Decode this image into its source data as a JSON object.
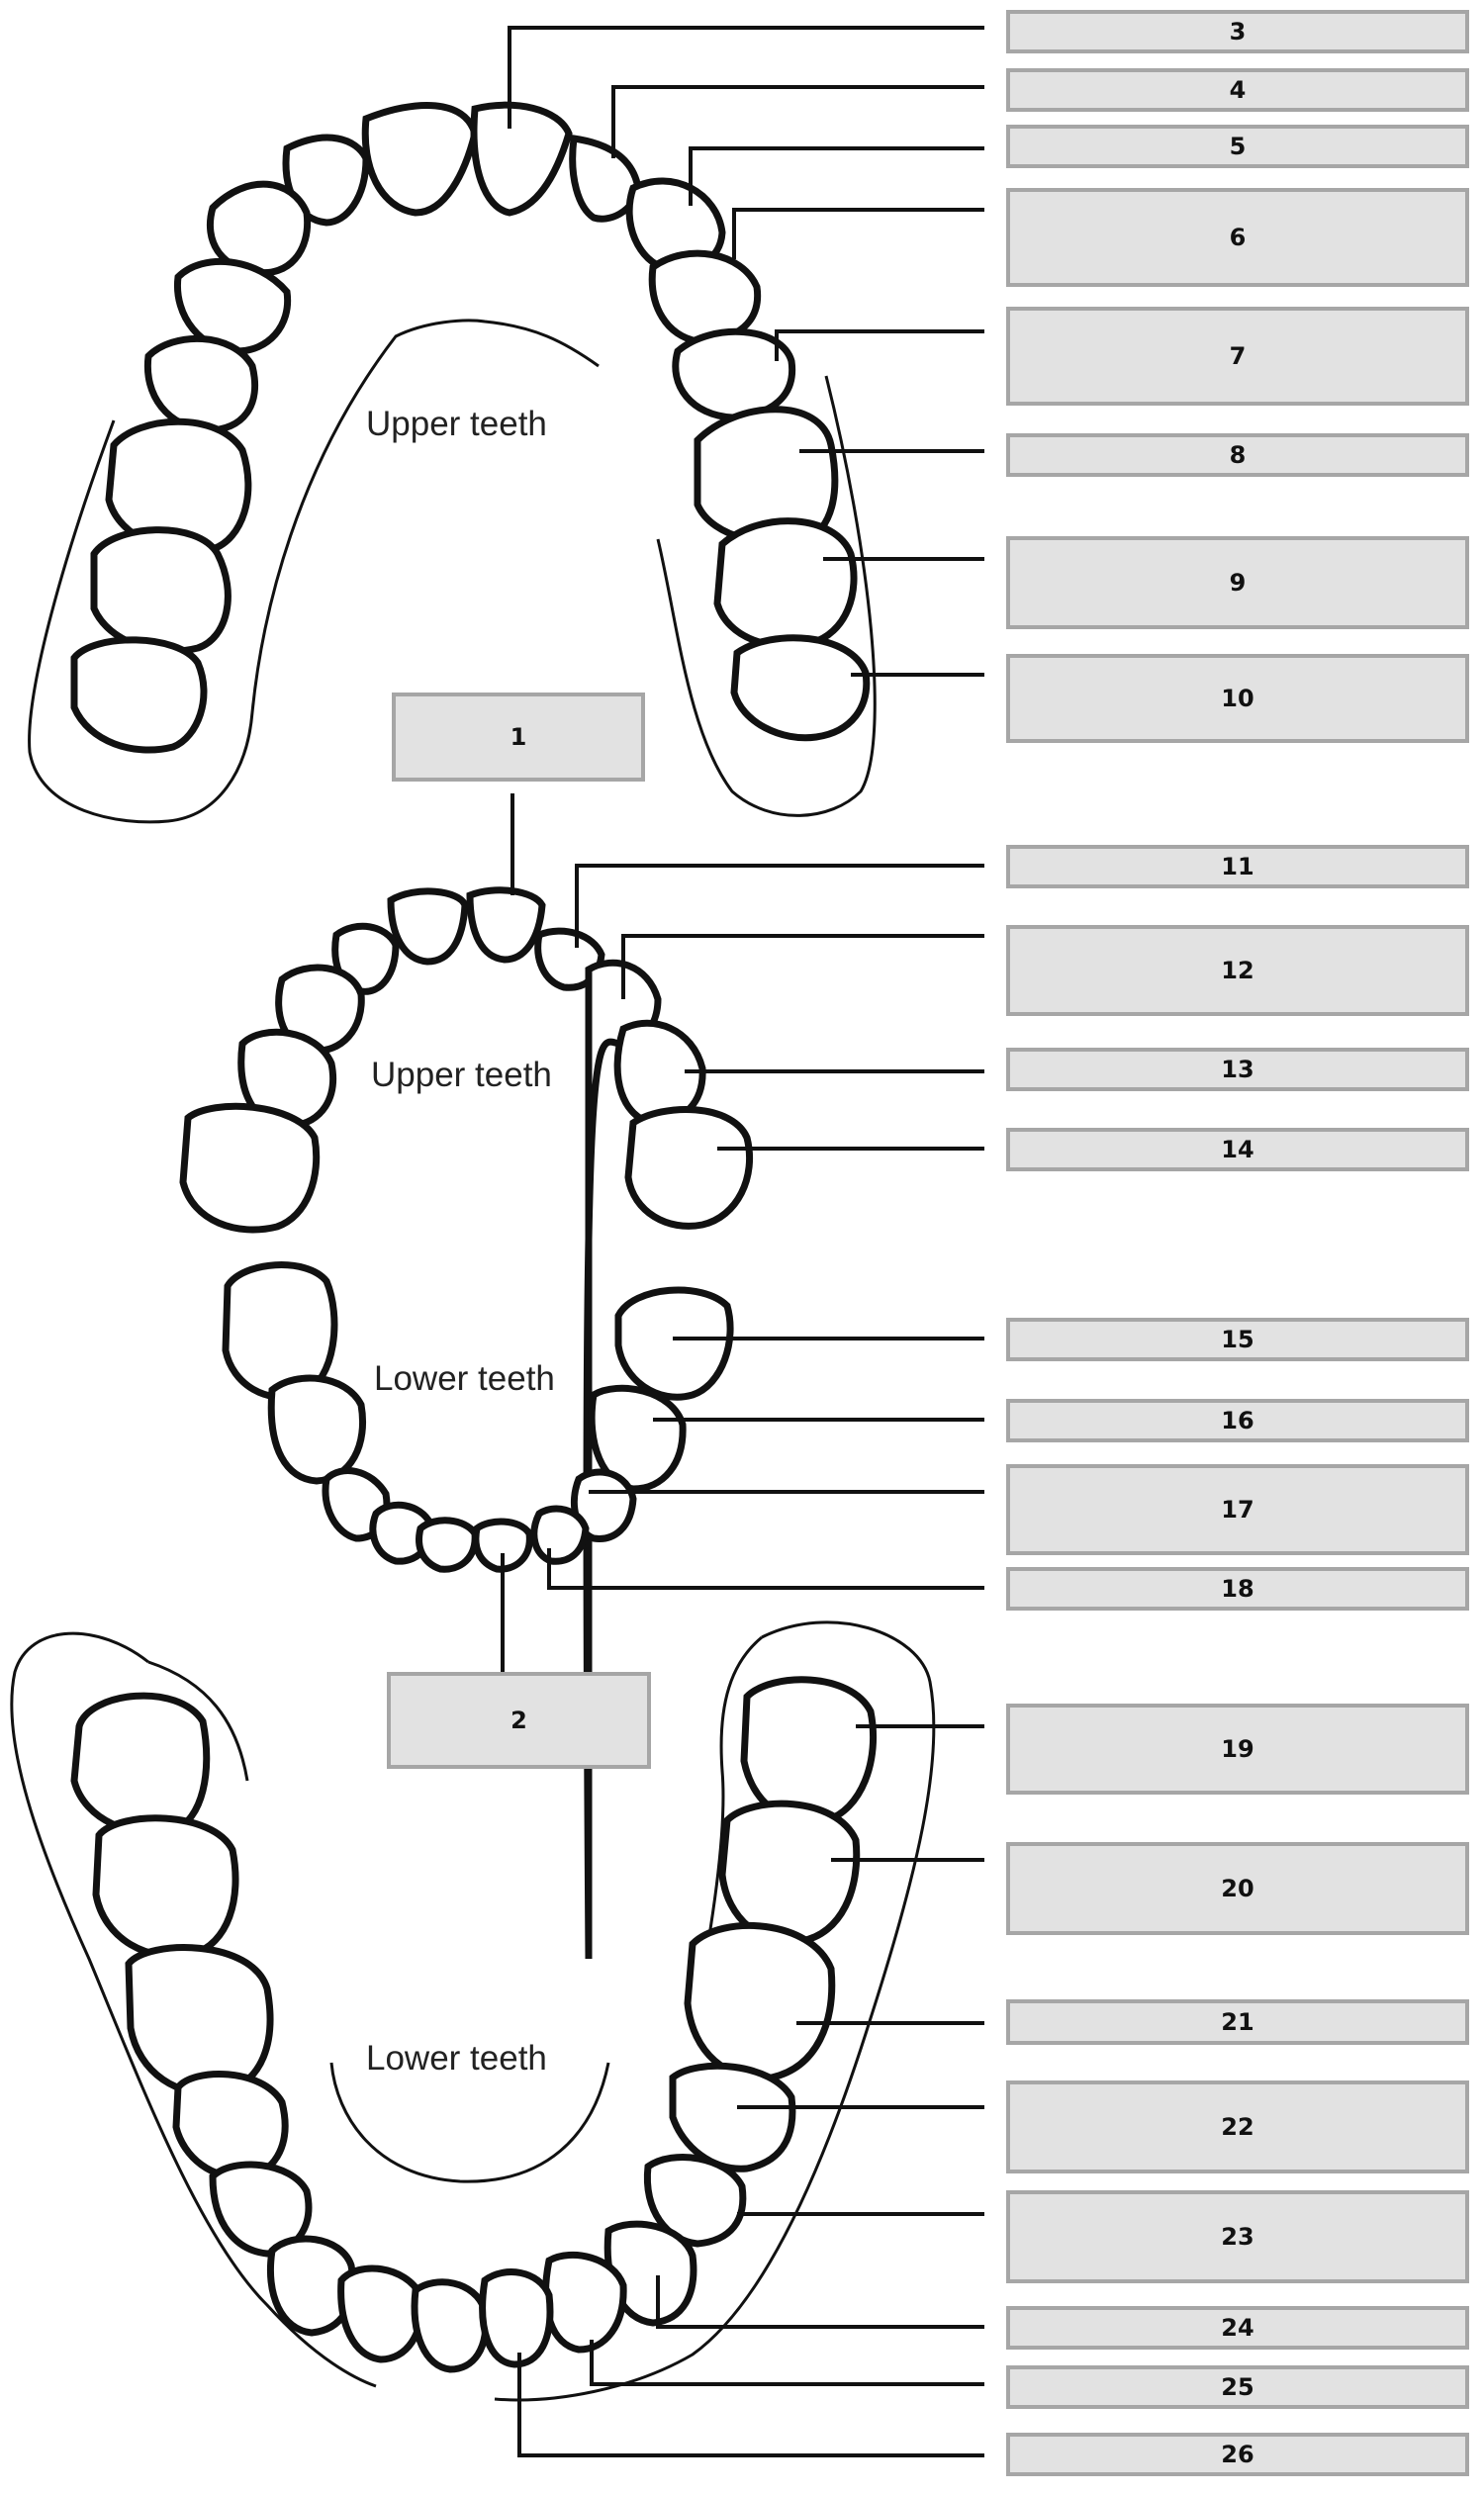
{
  "diagram": {
    "arch_titles": {
      "permanent_upper": "Upper teeth",
      "primary_upper": "Upper teeth",
      "primary_lower": "Lower teeth",
      "permanent_lower": "Lower teeth"
    },
    "labels": {
      "l1": "1",
      "l2": "2",
      "l3": "3",
      "l4": "4",
      "l5": "5",
      "l6": "6",
      "l7": "7",
      "l8": "8",
      "l9": "9",
      "l10": "10",
      "l11": "11",
      "l12": "12",
      "l13": "13",
      "l14": "14",
      "l15": "15",
      "l16": "16",
      "l17": "17",
      "l18": "18",
      "l19": "19",
      "l20": "20",
      "l21": "21",
      "l22": "22",
      "l23": "23",
      "l24": "24",
      "l25": "25",
      "l26": "26"
    },
    "colors": {
      "label_fill": "#e2e2e2",
      "label_border": "#a6a6a6",
      "line": "#111111"
    }
  }
}
